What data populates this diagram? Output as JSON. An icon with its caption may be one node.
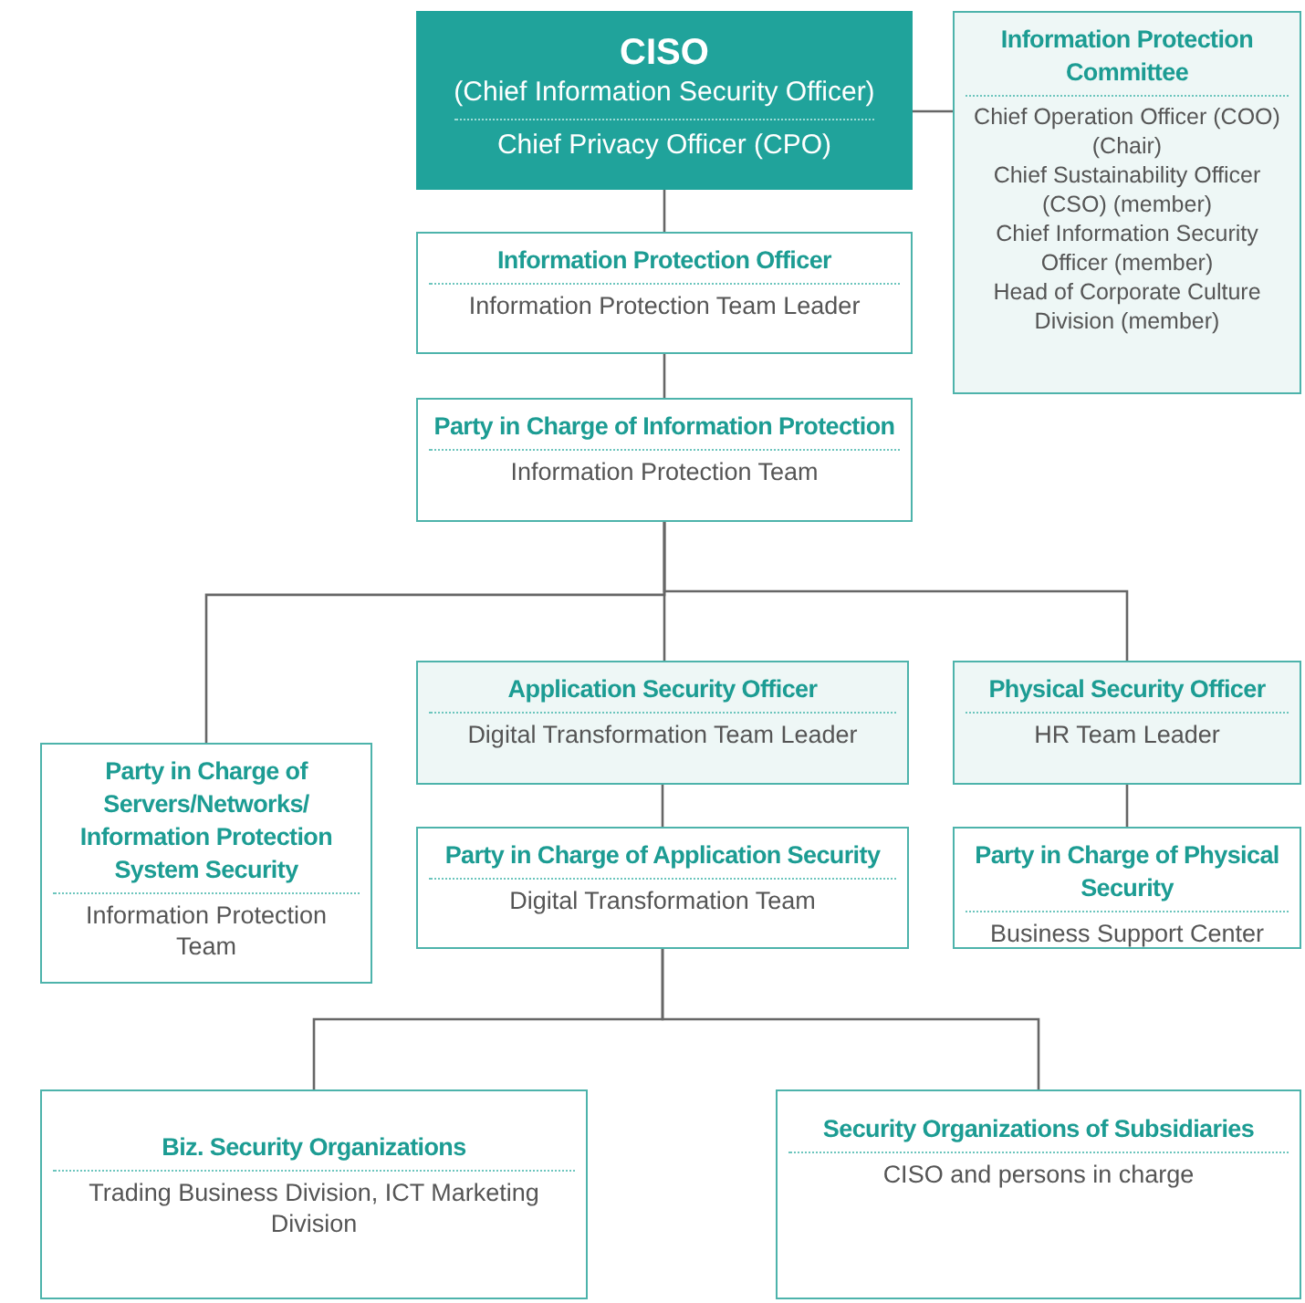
{
  "diagram": {
    "nodes": [
      {
        "text": [
          "CISO",
          "(Chief Information Security Officer)",
          "Chief Privacy Officer (CPO)"
        ]
      },
      {
        "text": [
          "Information Protection Committee",
          "Chief Operation Officer (COO)(Chair)",
          "Chief Sustainability Officer (CSO) (member)",
          "Chief Information Security Officer (member)",
          "Head of Corporate Culture Division (member)"
        ]
      },
      {
        "text": [
          "Information Protection Officer",
          "Information Protection Team Leader"
        ]
      },
      {
        "text": [
          "Party in Charge of Information Protection",
          "Information Protection Team"
        ]
      },
      {
        "text": [
          "Party in Charge of Servers/Networks/ Information Protection System Security",
          "Information Protection Team"
        ]
      },
      {
        "text": [
          "Application Security Officer",
          "Digital Transformation Team Leader"
        ]
      },
      {
        "text": [
          "Physical Security Officer",
          "HR Team Leader"
        ]
      },
      {
        "text": [
          "Party in Charge of Application Security",
          "Digital Transformation Team"
        ]
      },
      {
        "text": [
          "Party in Charge of Physical Security",
          "Business Support Center"
        ]
      },
      {
        "text": [
          "Biz. Security Organizations",
          "Trading Business Division, ICT Marketing Division"
        ]
      },
      {
        "text": [
          "Security Organizations of Subsidiaries",
          "CISO and persons in charge"
        ]
      }
    ],
    "edges": [
      {
        "from": 0,
        "to": 1,
        "arrow": "none"
      },
      {
        "from": 0,
        "to": 2,
        "arrow": "none"
      },
      {
        "from": 2,
        "to": 3,
        "arrow": "none"
      },
      {
        "from": 3,
        "to": 4,
        "arrow": "none"
      },
      {
        "from": 3,
        "to": 5,
        "arrow": "none"
      },
      {
        "from": 3,
        "to": 6,
        "arrow": "none"
      },
      {
        "from": 5,
        "to": 7,
        "arrow": "none"
      },
      {
        "from": 6,
        "to": 8,
        "arrow": "none"
      },
      {
        "from": 7,
        "to": 9,
        "arrow": "none"
      },
      {
        "from": 7,
        "to": 10,
        "arrow": "none"
      }
    ]
  }
}
